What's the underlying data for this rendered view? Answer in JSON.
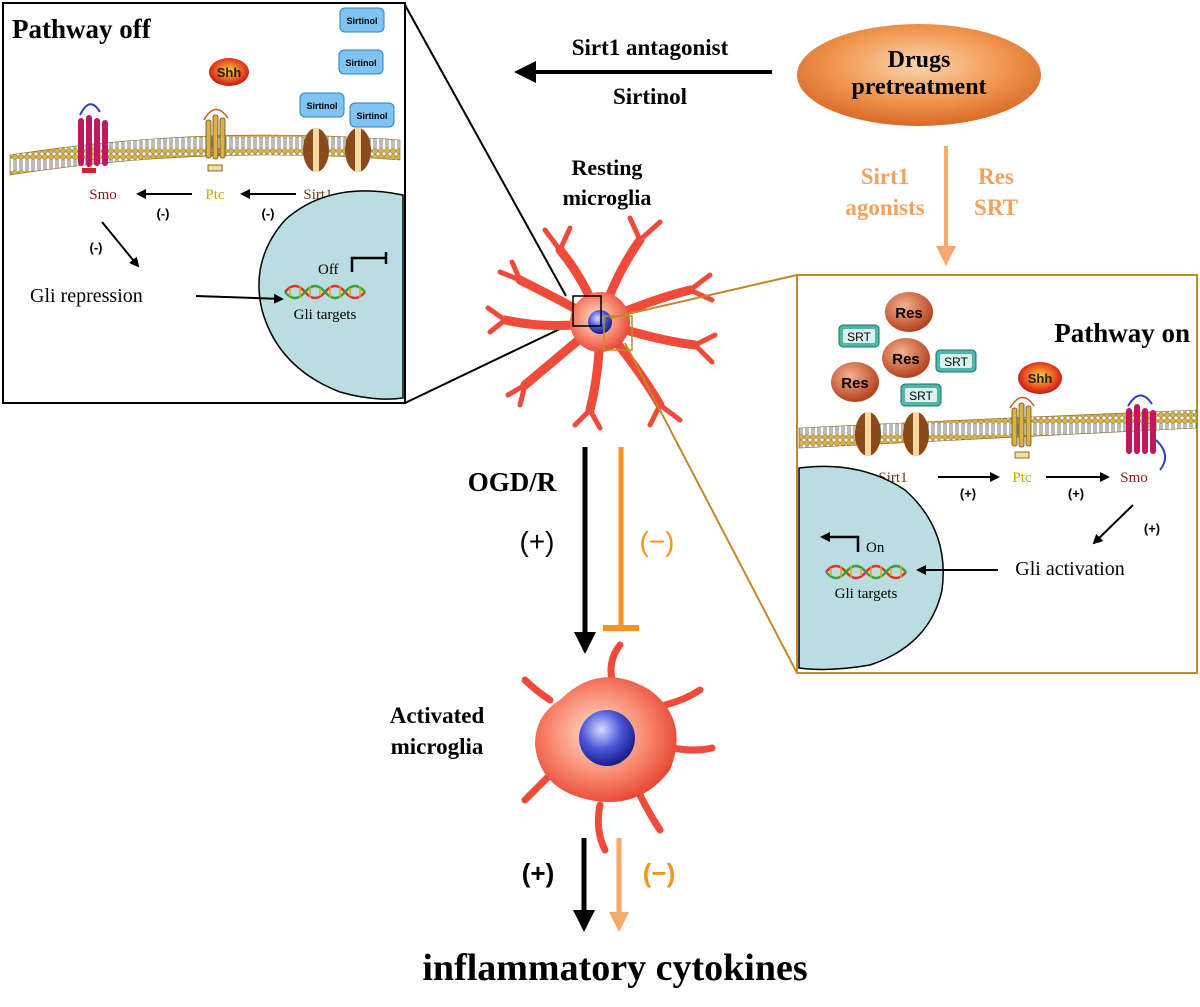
{
  "pathway_off": {
    "title": "Pathway off",
    "shh": "Shh",
    "sirtinol_tags": [
      "Sirtinol",
      "Sirtinol",
      "Sirtinol",
      "Sirtinol"
    ],
    "smo": "Smo",
    "ptc": "Ptc",
    "sirt1": "Sirt1",
    "minus_smo_ptc": "(-)",
    "minus_ptc_sirt1": "(-)",
    "minus_smo_gli": "(-)",
    "gli_repression": "Gli repression",
    "off": "Off",
    "gli_targets": "Gli targets"
  },
  "pathway_on": {
    "title": "Pathway on",
    "res_tags": [
      "Res",
      "Res",
      "Res"
    ],
    "srt_tags": [
      "SRT",
      "SRT",
      "SRT"
    ],
    "shh": "Shh",
    "sirt1": "Sirt1",
    "ptc": "Ptc",
    "smo": "Smo",
    "plus_sirt1_ptc": "(+)",
    "plus_ptc_smo": "(+)",
    "plus_smo_gli": "(+)",
    "gli_activation": "Gli activation",
    "on": "On",
    "gli_targets": "Gli targets"
  },
  "center": {
    "antagonist_label": "Sirt1 antagonist",
    "antagonist_drug": "Sirtinol",
    "drugs_line1": "Drugs",
    "drugs_line2": "pretreatment",
    "agonists_line1": "Sirt1",
    "agonists_line2": "agonists",
    "agonist_drugs_line1": "Res",
    "agonist_drugs_line2": "SRT",
    "resting_line1": "Resting",
    "resting_line2": "microglia",
    "ogdr": "OGD/R",
    "plus_main": "(+)",
    "minus_main": "(−)",
    "activated_line1": "Activated",
    "activated_line2": "microglia",
    "plus_cyto": "(+)",
    "minus_cyto": "(−)",
    "cytokines": "inflammatory cytokines"
  },
  "colors": {
    "orange_text": "#f2a25c",
    "orange_arrow": "#f7931e",
    "nucleus": "#b9dde0",
    "box_border_on": "#c08a2a",
    "cell_red": "#f04a3a"
  }
}
